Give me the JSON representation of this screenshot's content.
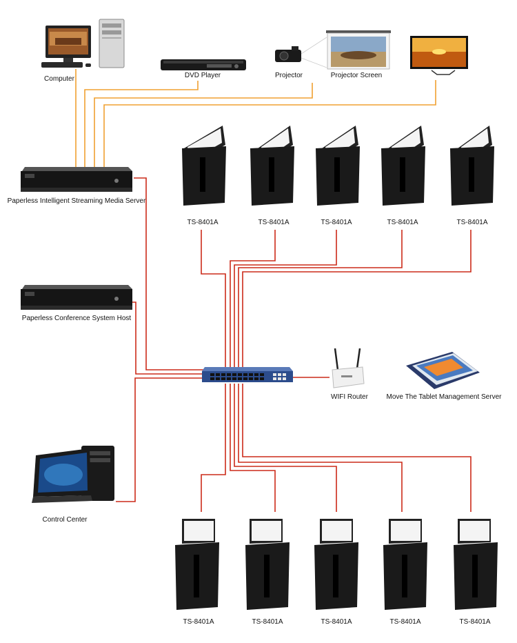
{
  "labels": {
    "computer": "Computer",
    "dvd": "DVD Player",
    "projector": "Projector",
    "screen": "Projector Screen",
    "server": "Paperless Intelligent Streaming Media Server",
    "host": "Paperless Conference System Host",
    "router": "WIFI Router",
    "tablet": "Move The Tablet Management Server",
    "control": "Control Center"
  },
  "terminal_label": "TS-8401A",
  "terminals_top": [
    "TS-8401A",
    "TS-8401A",
    "TS-8401A",
    "TS-8401A",
    "TS-8401A"
  ],
  "terminals_bottom": [
    "TS-8401A",
    "TS-8401A",
    "TS-8401A",
    "TS-8401A",
    "TS-8401A"
  ],
  "colors": {
    "av_line": "#f0a030",
    "network_line": "#cc2a18",
    "switch": "#2c4c8c",
    "device_dark": "#1c1c1c",
    "screen_display": "#3a6fa8"
  }
}
